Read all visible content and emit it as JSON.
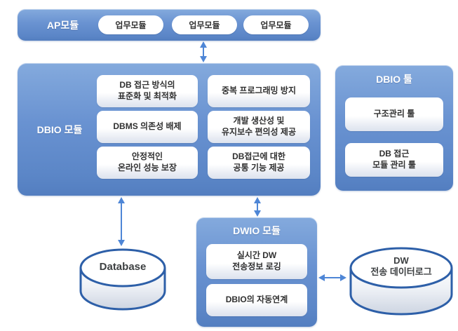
{
  "ap_module": {
    "title": "AP모듈",
    "pills": [
      "업무모듈",
      "업무모듈",
      "업무모듈"
    ]
  },
  "dbio_module": {
    "title": "DBIO 모듈",
    "features": [
      "DB 접근 방식의\n표준화 및 최적화",
      "중복 프로그래밍 방지",
      "DBMS 의존성 배제",
      "개발 생산성 및\n유지보수 편의성 제공",
      "안정적인\n온라인 성능 보장",
      "DB접근에 대한\n공통 기능 제공"
    ]
  },
  "dbio_tool": {
    "title": "DBIO 툴",
    "items": [
      "구조관리 툴",
      "DB 접근\n모듈 관리 툴"
    ]
  },
  "dwio_module": {
    "title": "DWIO 모듈",
    "items": [
      "실시간 DW\n전송정보 로깅",
      "DBIO의 자동연계"
    ]
  },
  "database": {
    "label": "Database"
  },
  "dw_log": {
    "label": "DW\n전송 데이터로그"
  },
  "colors": {
    "panel_blue_top": "#84aadd",
    "panel_blue_bottom": "#537ec0",
    "arrow_blue": "#4e86d6",
    "cylinder_border": "#2d5fa8",
    "box_text": "#303030"
  }
}
